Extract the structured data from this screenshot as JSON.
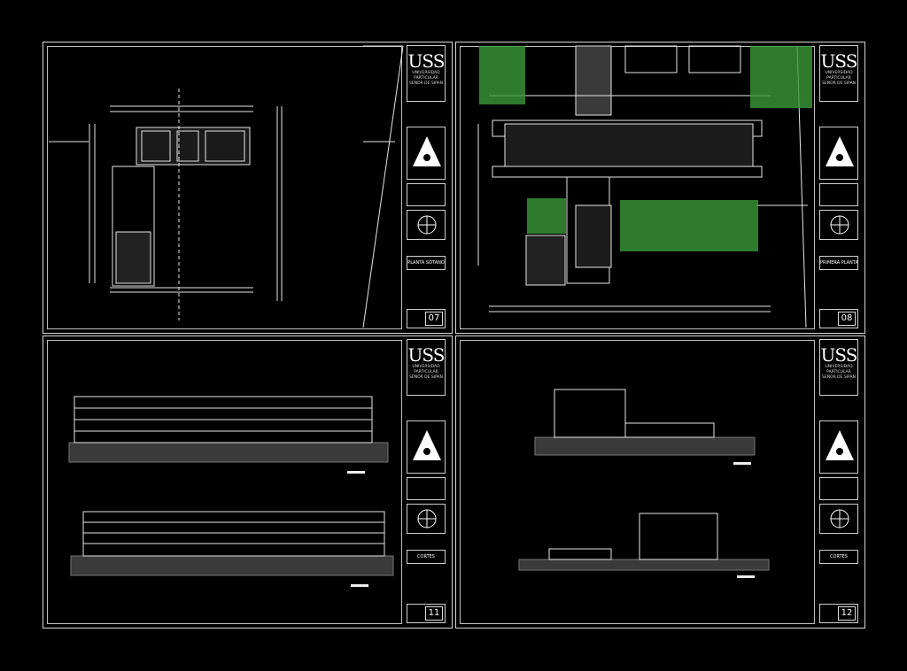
{
  "title_block": {
    "logo": "USS",
    "university_lines": [
      "UNIVERSIDAD",
      "PARTICULAR",
      "SEÑOR DE SIPAN"
    ]
  },
  "sheets": [
    {
      "id": "s07",
      "plan_label": "PLANTA SÓTANO",
      "sheet_number": "07"
    },
    {
      "id": "s08",
      "plan_label": "PRIMERA PLANTA",
      "sheet_number": "08"
    },
    {
      "id": "s11",
      "plan_label": "CORTES",
      "sheet_number": "11"
    },
    {
      "id": "s12",
      "plan_label": "CORTES",
      "sheet_number": "12"
    }
  ],
  "colors": {
    "background": "#000000",
    "lines": "#e0e0e0",
    "vegetation": "#3a9a3a"
  }
}
